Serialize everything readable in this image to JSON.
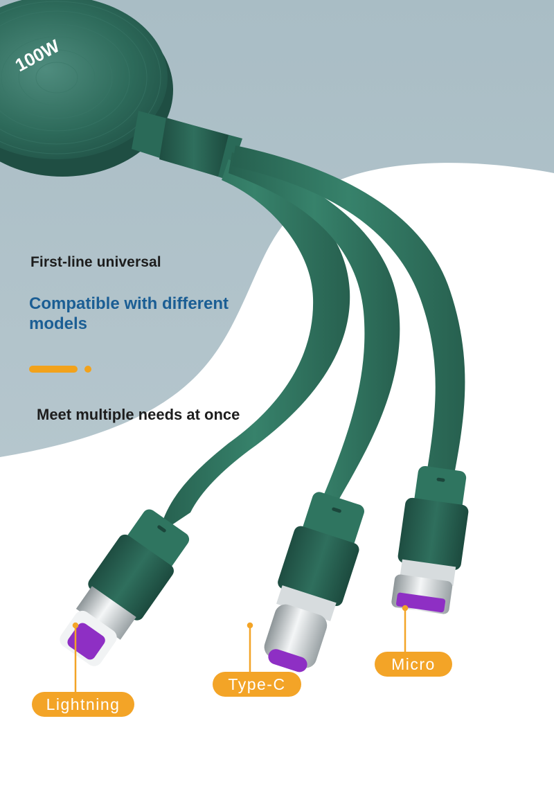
{
  "device": {
    "badge": "100W"
  },
  "copy": {
    "headline": "First-line universal",
    "subheadline": "Compatible with different models",
    "tagline": "Meet multiple needs at once"
  },
  "connectors": [
    {
      "label": "Lightning",
      "icon": "lightning-connector-icon"
    },
    {
      "label": "Type-C",
      "icon": "usb-c-connector-icon"
    },
    {
      "label": "Micro",
      "icon": "micro-usb-connector-icon"
    }
  ],
  "colors": {
    "background_top": "#a7bcc4",
    "background_bottom": "#ffffff",
    "cable_green": "#2f7560",
    "cable_dark": "#1d4f42",
    "accent_orange": "#f3a427",
    "headline_blue": "#1b5e94",
    "port_purple": "#8e2fc4"
  }
}
